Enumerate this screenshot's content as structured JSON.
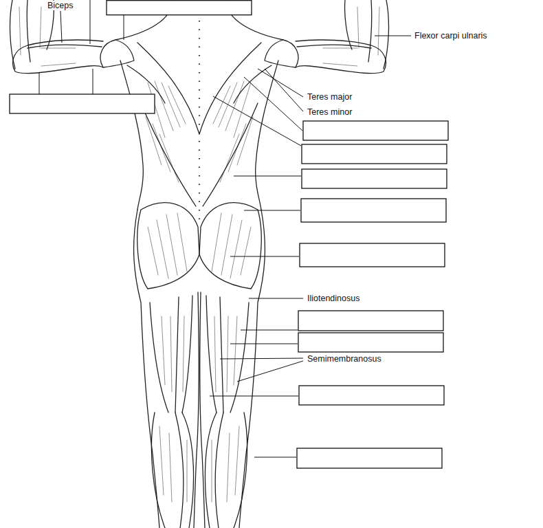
{
  "diagram": {
    "labels": [
      "Biceps",
      "Flexor carpi ulnaris",
      "Teres major",
      "Teres minor",
      "Iliotendinosus",
      "Semimembranosus"
    ]
  }
}
